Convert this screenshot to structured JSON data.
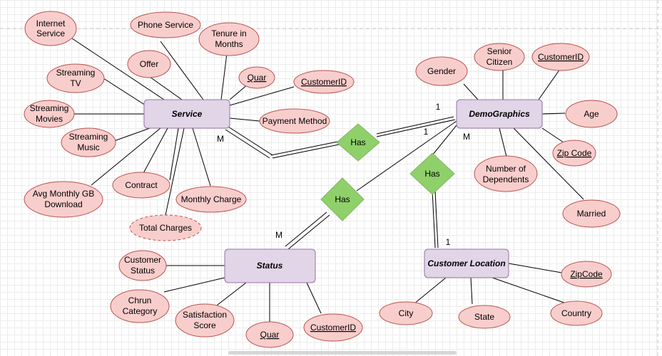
{
  "entities": {
    "service": "Service",
    "demographics": "DemoGraphics",
    "status": "Status",
    "customer_location": "Customer Location"
  },
  "relationships": {
    "service_demographics": "Has",
    "status_demographics": "Has",
    "demographics_location": "Has"
  },
  "cardinalities": {
    "service_side": "M",
    "demographics_to_service": "1",
    "demographics_to_status": "1",
    "demographics_to_location": "M",
    "status_side": "M",
    "location_side": "1"
  },
  "service_attributes": {
    "internet_service": [
      "Internet",
      "Service"
    ],
    "phone_service": "Phone Service",
    "tenure": [
      "Tenure in",
      "Months"
    ],
    "offer": "Offer",
    "streaming_tv": [
      "Streaming",
      "TV"
    ],
    "quar": "Quar",
    "customer_id": "CustomerID",
    "streaming_movies": [
      "Streaming",
      "Movies"
    ],
    "payment_method": "Payment Method",
    "streaming_music": [
      "Streaming",
      "Music"
    ],
    "avg_monthly_gb": [
      "Avg Monthly GB",
      "Download"
    ],
    "contract": "Contract",
    "monthly_charge": "Monthly Charge",
    "total_charges": "Total Charges"
  },
  "demographics_attributes": {
    "gender": "Gender",
    "senior_citizen": [
      "Senior",
      "Citizen"
    ],
    "customer_id": "CustomerID",
    "age": "Age",
    "zip_code": "Zip Code",
    "dependents": [
      "Number of",
      "Dependents"
    ],
    "married": "Married"
  },
  "status_attributes": {
    "customer_status": [
      "Customer",
      "Status"
    ],
    "churn_category": [
      "Chrun",
      "Category"
    ],
    "satisfaction_score": [
      "Satisfaction",
      "Score"
    ],
    "quar": "Quar",
    "customer_id": "CustomerID"
  },
  "location_attributes": {
    "city": "City",
    "state": "State",
    "zipcode": "ZipCode",
    "country": "Country"
  },
  "colors": {
    "attribute_fill": "#f8cecc",
    "attribute_stroke": "#b85450",
    "entity_fill": "#e1d5e7",
    "entity_stroke": "#9673a6",
    "relationship_fill": "#8fd06a",
    "relationship_stroke": "#82b366"
  }
}
